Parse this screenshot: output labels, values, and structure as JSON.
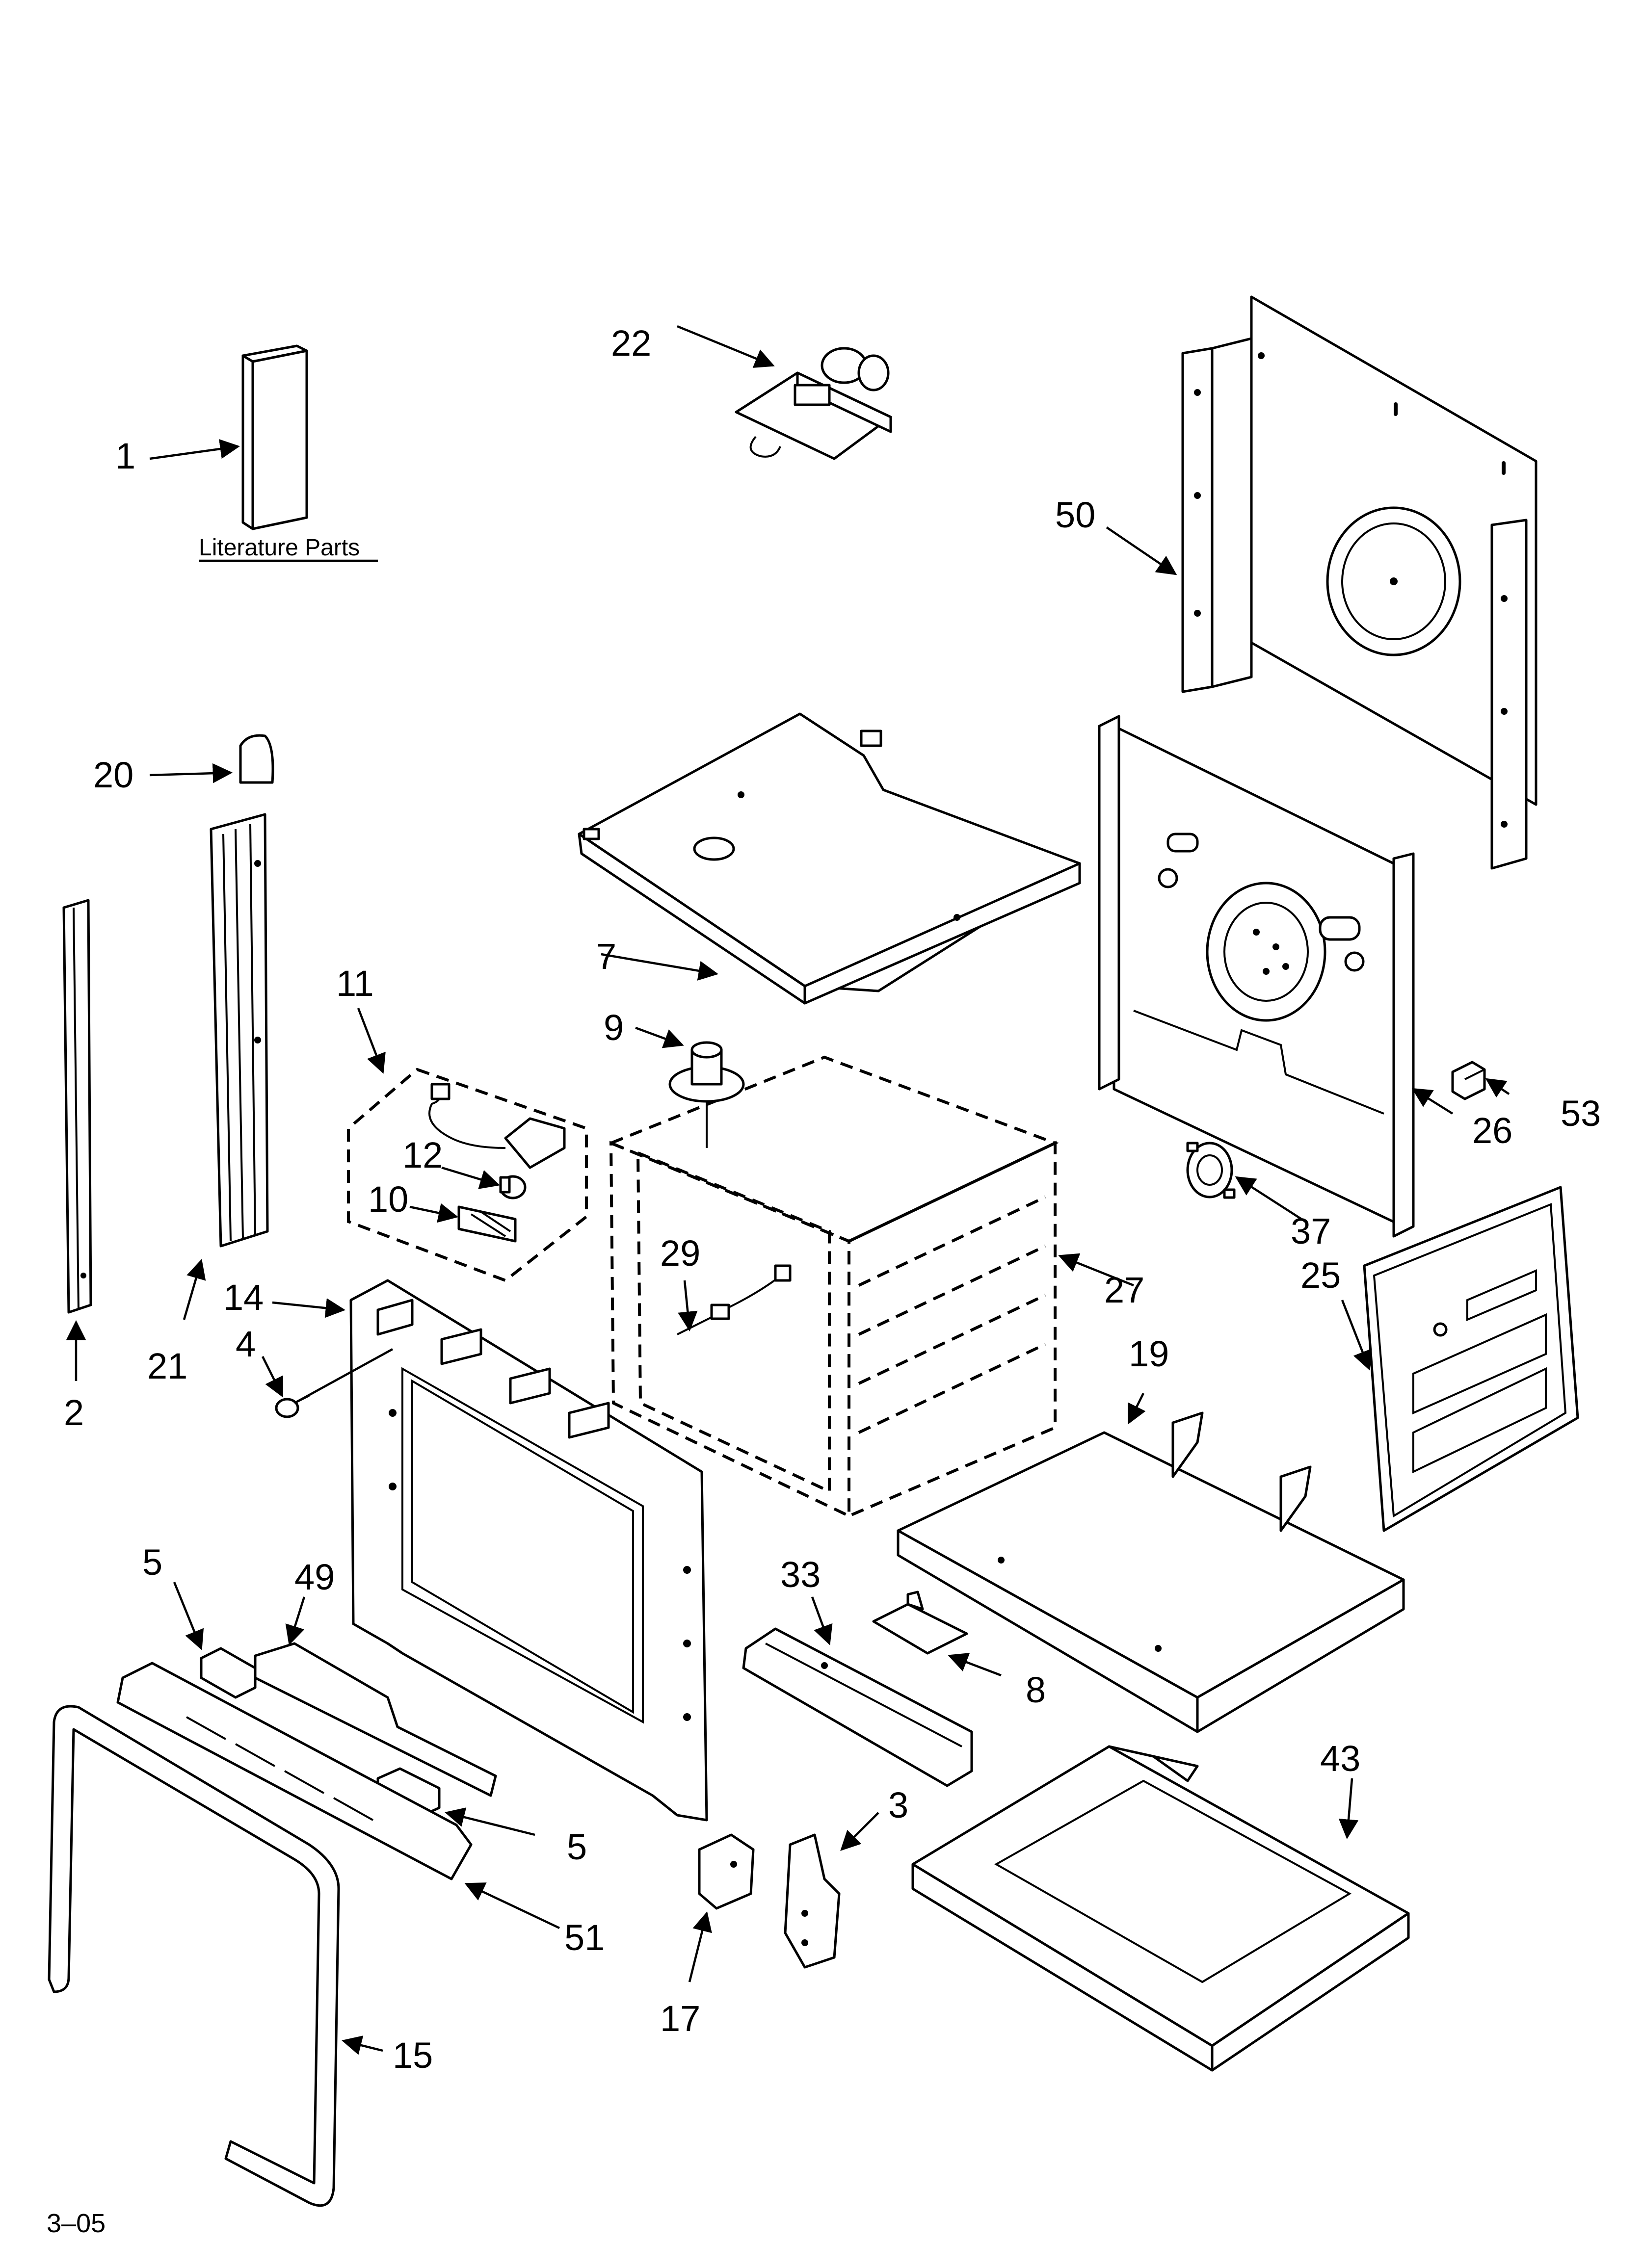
{
  "caption": {
    "literature_label": "Literature Parts",
    "footer_code": "3–05"
  },
  "callouts": {
    "c1": "1",
    "c2": "2",
    "c3": "3",
    "c4": "4",
    "c5a": "5",
    "c5b": "5",
    "c7": "7",
    "c8": "8",
    "c9": "9",
    "c10": "10",
    "c11": "11",
    "c12": "12",
    "c14": "14",
    "c15": "15",
    "c17": "17",
    "c19": "19",
    "c20": "20",
    "c21": "21",
    "c22": "22",
    "c25": "25",
    "c26": "26",
    "c27": "27",
    "c29": "29",
    "c33": "33",
    "c37": "37",
    "c43": "43",
    "c49": "49",
    "c50": "50",
    "c51": "51",
    "c53": "53"
  }
}
